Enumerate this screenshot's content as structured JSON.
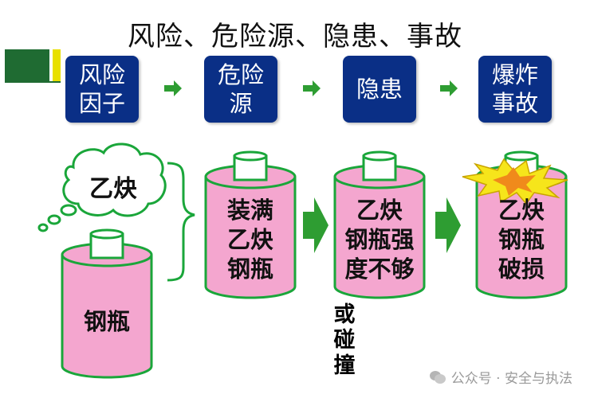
{
  "title": "风险、危险源、隐患、事故",
  "stages": [
    {
      "line1": "风险",
      "line2": "因子"
    },
    {
      "line1": "危险",
      "line2": "源"
    },
    {
      "line1": "隐患",
      "line2": ""
    },
    {
      "line1": "爆炸",
      "line2": "事故"
    }
  ],
  "bubble_text": "乙炔",
  "cylinder_labels": {
    "base": "钢瓶",
    "full": [
      "装满",
      "乙炔",
      "钢瓶"
    ],
    "weak": [
      "乙炔",
      "钢瓶强",
      "度不够"
    ],
    "broken": [
      "乙炔",
      "钢瓶",
      "破损"
    ]
  },
  "or_text": [
    "或",
    "碰",
    "撞"
  ],
  "watermark": "公众号 · 安全与执法",
  "colors": {
    "box_bg": "#0a2f86",
    "cylinder_fill": "#f4a6cf",
    "cylinder_stroke": "#1aa63a",
    "cap_fill": "#ffffff",
    "arrow_green": "#2e9d32",
    "deco_green": "#1f6b32",
    "deco_yellow": "#e8e000",
    "burst_yellow": "#f6e51b",
    "burst_orange": "#f08a1b"
  },
  "icons": {
    "arrow": "green-right-arrow-icon",
    "burst": "explosion-burst-icon",
    "watermark": "wechat-icon"
  }
}
